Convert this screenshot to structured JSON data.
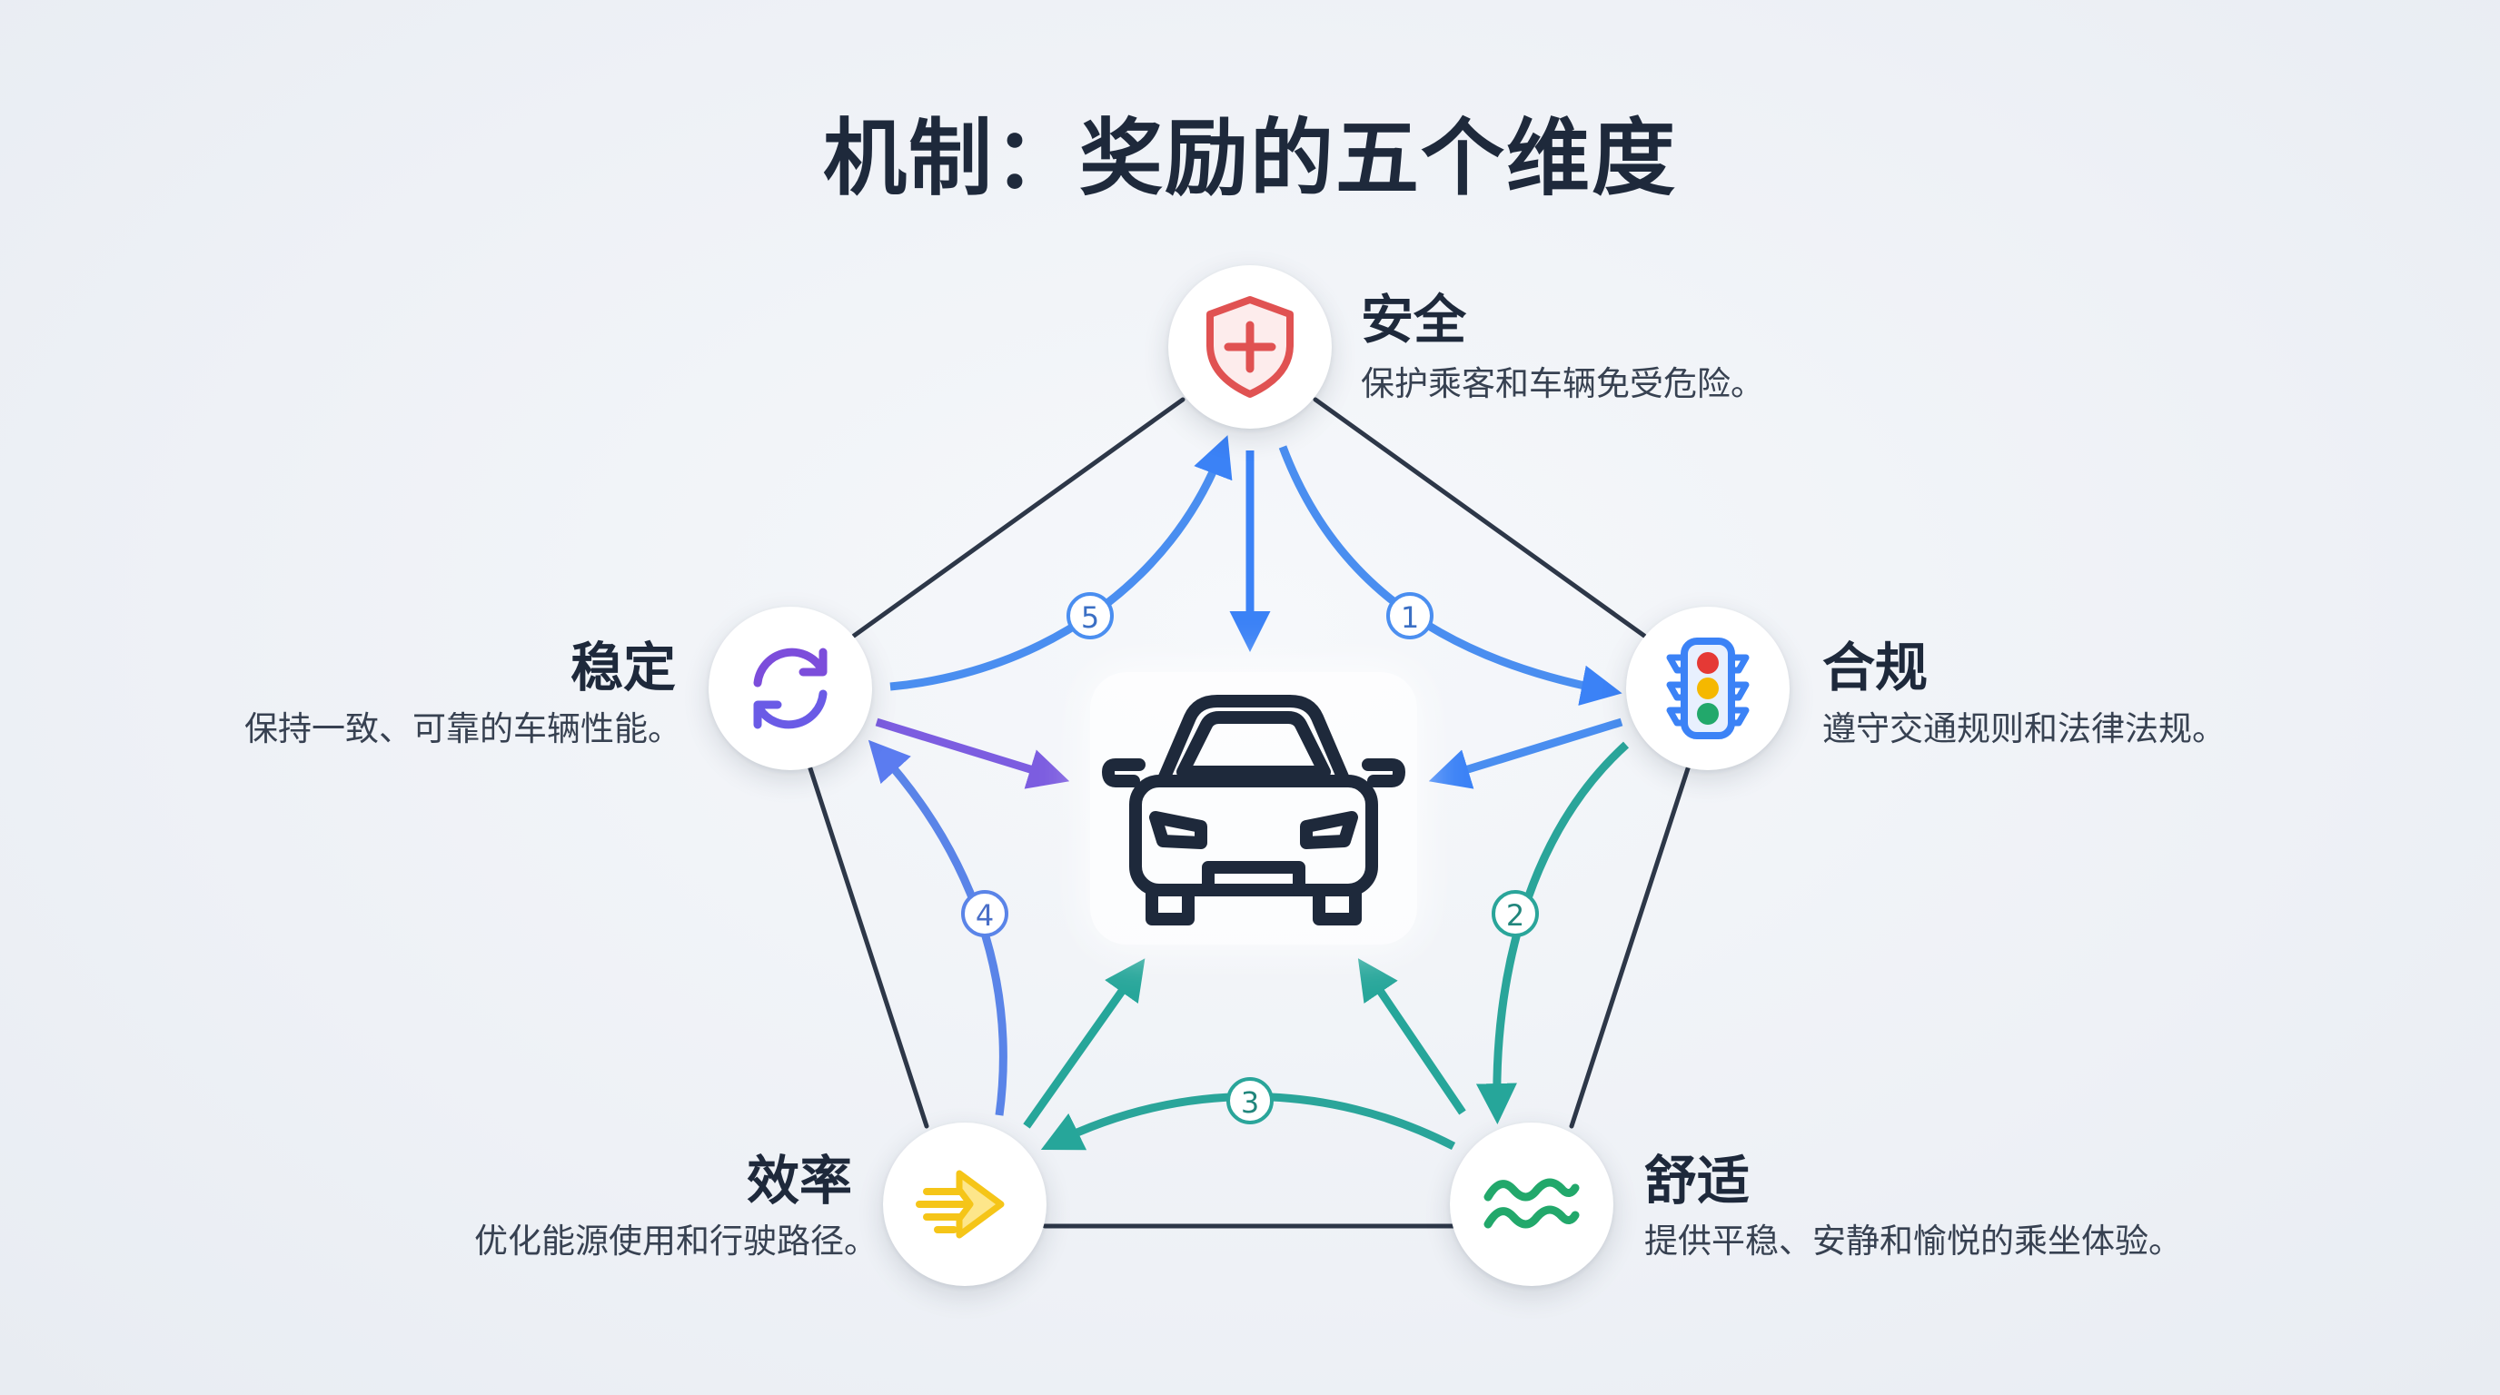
{
  "title": "机制：奖励的五个维度",
  "dimensions": {
    "safety": {
      "title": "安全",
      "desc": "保护乘客和车辆免受危险。"
    },
    "compliance": {
      "title": "合规",
      "desc": "遵守交通规则和法律法规。"
    },
    "comfort": {
      "title": "舒适",
      "desc": "提供平稳、安静和愉悦的乘坐体验。"
    },
    "efficiency": {
      "title": "效率",
      "desc": "优化能源使用和行驶路径。"
    },
    "stability": {
      "title": "稳定",
      "desc": "保持一致、可靠的车辆性能。"
    }
  },
  "steps": [
    "1",
    "2",
    "3",
    "4",
    "5"
  ],
  "icons": {
    "safety": "shield-plus-icon",
    "compliance": "traffic-light-icon",
    "comfort": "wave-icon",
    "efficiency": "speed-arrow-icon",
    "stability": "refresh-icon",
    "center": "car-icon"
  },
  "colors": {
    "safety": "#e05252",
    "compliance": "#3b82f6",
    "comfort": "#22a86b",
    "efficiency": "#f5c518",
    "stability": "#7c4ddb",
    "pentagon": "#2d3748"
  }
}
